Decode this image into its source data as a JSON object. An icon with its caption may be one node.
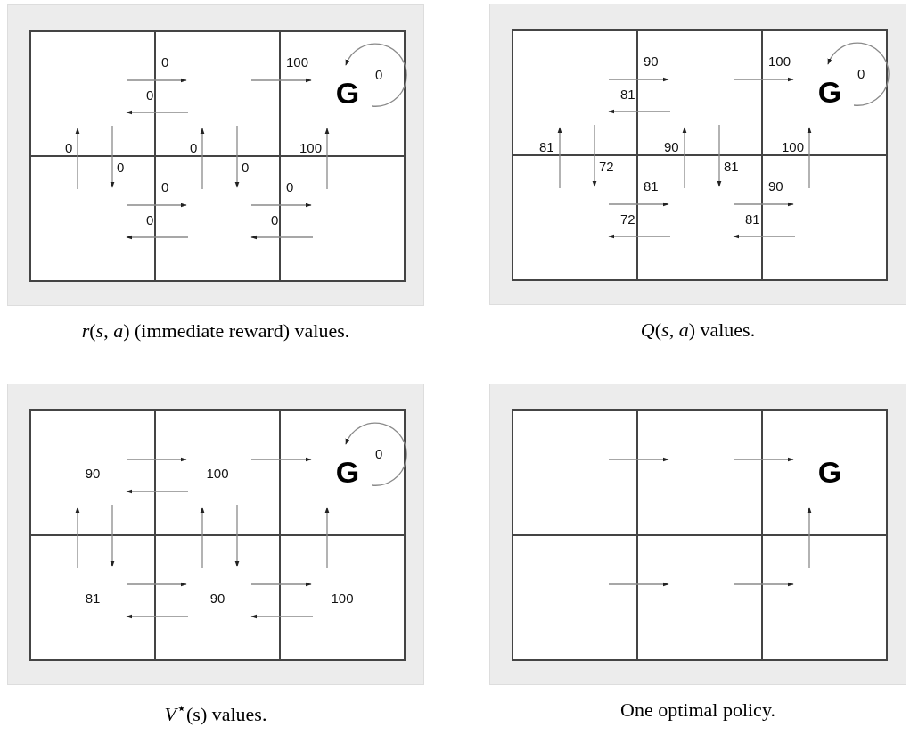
{
  "diagram": {
    "nodes": [
      {
        "text": [],
        "shape": "box"
      },
      {
        "text": [],
        "shape": "box",
        "in": 0
      },
      {
        "text": [],
        "shape": "box",
        "in": 0
      },
      {
        "text": [
          "G"
        ],
        "in": 0
      },
      {
        "text": [],
        "shape": "box",
        "in": 0
      },
      {
        "text": [],
        "shape": "box",
        "in": 0
      },
      {
        "text": [],
        "shape": "box",
        "in": 0
      },
      {
        "text": [],
        "shape": "box"
      },
      {
        "text": [],
        "shape": "box",
        "in": 7
      },
      {
        "text": [],
        "shape": "box",
        "in": 7
      },
      {
        "text": [
          "G"
        ],
        "in": 7
      },
      {
        "text": [],
        "shape": "box",
        "in": 7
      },
      {
        "text": [],
        "shape": "box",
        "in": 7
      },
      {
        "text": [],
        "shape": "box",
        "in": 7
      },
      {
        "text": [],
        "shape": "box"
      },
      {
        "text": [
          "90"
        ],
        "in": 14
      },
      {
        "text": [
          "100"
        ],
        "in": 14
      },
      {
        "text": [
          "G"
        ],
        "in": 14
      },
      {
        "text": [
          "81"
        ],
        "in": 14
      },
      {
        "text": [
          "90"
        ],
        "in": 14
      },
      {
        "text": [
          "100"
        ],
        "in": 14
      },
      {
        "text": [],
        "shape": "box"
      },
      {
        "text": [],
        "shape": "box",
        "in": 21
      },
      {
        "text": [],
        "shape": "box",
        "in": 21
      },
      {
        "text": [
          "G"
        ],
        "in": 21
      },
      {
        "text": [],
        "shape": "box",
        "in": 21
      },
      {
        "text": [],
        "shape": "box",
        "in": 21
      },
      {
        "text": [],
        "shape": "box",
        "in": 21
      }
    ],
    "edges": [
      {
        "from": 1,
        "to": 2,
        "arrow": "to",
        "label": "0"
      },
      {
        "from": 2,
        "to": 1,
        "arrow": "to",
        "label": "0"
      },
      {
        "from": 2,
        "to": 3,
        "arrow": "to",
        "label": "100"
      },
      {
        "from": 3,
        "to": 3,
        "arrow": "to",
        "label": "0"
      },
      {
        "from": 4,
        "to": 1,
        "arrow": "to",
        "label": "0"
      },
      {
        "from": 1,
        "to": 4,
        "arrow": "to",
        "label": "0"
      },
      {
        "from": 5,
        "to": 2,
        "arrow": "to",
        "label": "0"
      },
      {
        "from": 2,
        "to": 5,
        "arrow": "to",
        "label": "0"
      },
      {
        "from": 6,
        "to": 3,
        "arrow": "to",
        "label": "100"
      },
      {
        "from": 4,
        "to": 5,
        "arrow": "to",
        "label": "0"
      },
      {
        "from": 5,
        "to": 4,
        "arrow": "to",
        "label": "0"
      },
      {
        "from": 5,
        "to": 6,
        "arrow": "to",
        "label": "0"
      },
      {
        "from": 6,
        "to": 5,
        "arrow": "to",
        "label": "0"
      },
      {
        "from": 8,
        "to": 9,
        "arrow": "to",
        "label": "90"
      },
      {
        "from": 9,
        "to": 8,
        "arrow": "to",
        "label": "81"
      },
      {
        "from": 9,
        "to": 10,
        "arrow": "to",
        "label": "100"
      },
      {
        "from": 10,
        "to": 10,
        "arrow": "to",
        "label": "0"
      },
      {
        "from": 11,
        "to": 8,
        "arrow": "to",
        "label": "81"
      },
      {
        "from": 8,
        "to": 11,
        "arrow": "to",
        "label": "72"
      },
      {
        "from": 12,
        "to": 9,
        "arrow": "to",
        "label": "90"
      },
      {
        "from": 9,
        "to": 12,
        "arrow": "to",
        "label": "81"
      },
      {
        "from": 13,
        "to": 10,
        "arrow": "to",
        "label": "100"
      },
      {
        "from": 11,
        "to": 12,
        "arrow": "to",
        "label": "81"
      },
      {
        "from": 12,
        "to": 11,
        "arrow": "to",
        "label": "72"
      },
      {
        "from": 12,
        "to": 13,
        "arrow": "to",
        "label": "90"
      },
      {
        "from": 13,
        "to": 12,
        "arrow": "to",
        "label": "81"
      },
      {
        "from": 15,
        "to": 16,
        "arrow": "to"
      },
      {
        "from": 16,
        "to": 15,
        "arrow": "to"
      },
      {
        "from": 16,
        "to": 17,
        "arrow": "to"
      },
      {
        "from": 17,
        "to": 17,
        "arrow": "to",
        "label": "0"
      },
      {
        "from": 18,
        "to": 15,
        "arrow": "to"
      },
      {
        "from": 15,
        "to": 18,
        "arrow": "to"
      },
      {
        "from": 19,
        "to": 16,
        "arrow": "to"
      },
      {
        "from": 16,
        "to": 19,
        "arrow": "to"
      },
      {
        "from": 20,
        "to": 17,
        "arrow": "to"
      },
      {
        "from": 18,
        "to": 19,
        "arrow": "to"
      },
      {
        "from": 19,
        "to": 18,
        "arrow": "to"
      },
      {
        "from": 19,
        "to": 20,
        "arrow": "to"
      },
      {
        "from": 20,
        "to": 19,
        "arrow": "to"
      },
      {
        "from": 22,
        "to": 23,
        "arrow": "to"
      },
      {
        "from": 23,
        "to": 24,
        "arrow": "to"
      },
      {
        "from": 27,
        "to": 24,
        "arrow": "to"
      },
      {
        "from": 25,
        "to": 26,
        "arrow": "to"
      },
      {
        "from": 26,
        "to": 27,
        "arrow": "to"
      }
    ],
    "labels": [
      "*r*(*s*, *a*) (immediate reward) values.",
      "*Q*(*s*, *a*) values.",
      "*V*$^{⋆}$(s) values.",
      "One optimal policy."
    ]
  }
}
